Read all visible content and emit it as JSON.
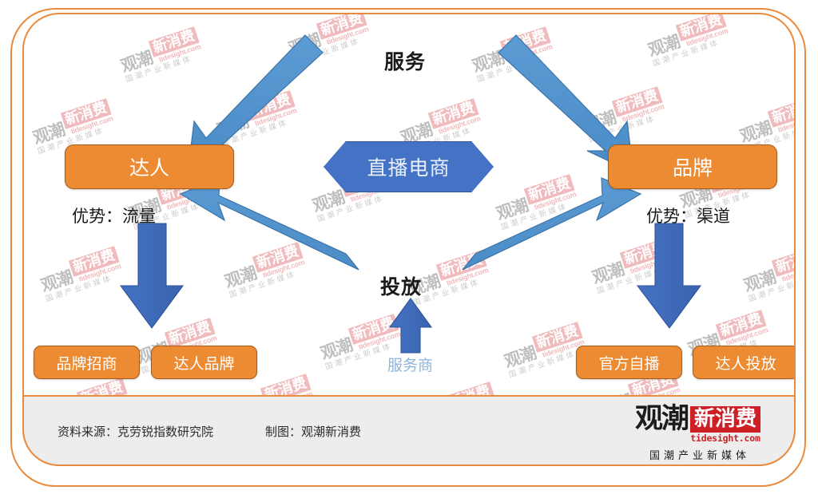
{
  "frame": {
    "accent_color": "#E98A3C",
    "background": "#FFFFFF"
  },
  "diagram": {
    "title": "直播电商",
    "top_label": "服务",
    "middle_label": "投放",
    "provider_label": "服务商",
    "center_node": {
      "label": "直播电商",
      "color": "#4472C4"
    },
    "left_node": {
      "label": "达人",
      "advantage": "优势：流量",
      "color": "#ED8B33",
      "children": [
        {
          "label": "品牌招商"
        },
        {
          "label": "达人品牌"
        }
      ]
    },
    "right_node": {
      "label": "品牌",
      "advantage": "优势：渠道",
      "color": "#ED8B33",
      "children": [
        {
          "label": "官方自播"
        },
        {
          "label": "达人投放"
        }
      ]
    },
    "arrow_colors": {
      "diagonal": "#4E91CC",
      "vertical": "#4472C4"
    }
  },
  "footer": {
    "source": "资料来源：克劳锐指数研究院",
    "credit": "制图：观潮新消费"
  },
  "logo": {
    "mark": "观潮",
    "badge": "新消费",
    "domain": "tidesight.com",
    "tagline": "国潮产业新媒体"
  },
  "watermark": {
    "mark": "观潮",
    "badge": "新消费",
    "domain": "tidesight.com",
    "tagline": "国潮产业新媒体"
  }
}
